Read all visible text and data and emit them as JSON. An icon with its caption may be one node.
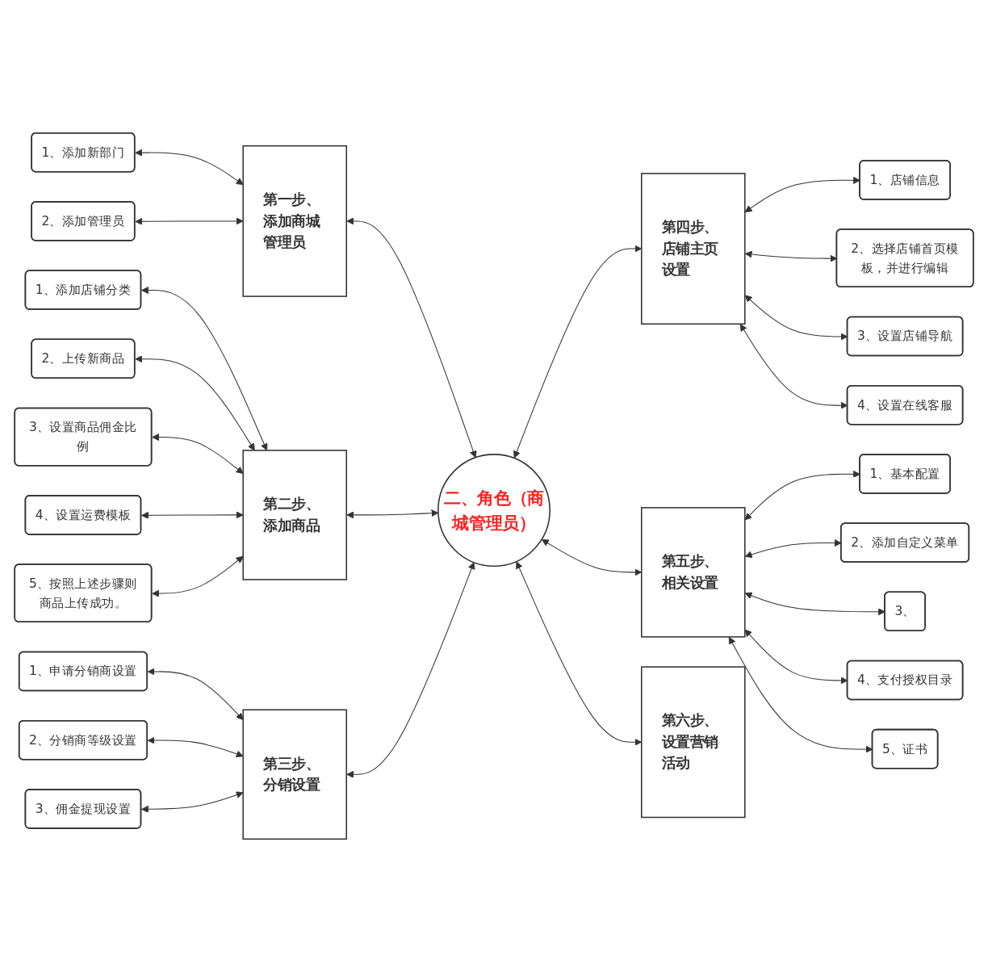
{
  "diagram": {
    "nodes": [
      {
        "text": [
          "二、角色（商城管理员）"
        ]
      },
      {
        "text": [
          "第一步、添加商城管理员"
        ]
      },
      {
        "text": [
          "1、添加新部门"
        ]
      },
      {
        "text": [
          "2、添加管理员"
        ]
      },
      {
        "text": [
          "第二步、添加商品"
        ]
      },
      {
        "text": [
          "1、添加店铺分类"
        ]
      },
      {
        "text": [
          "2、上传新商品"
        ]
      },
      {
        "text": [
          "3、设置商品佣金比例"
        ]
      },
      {
        "text": [
          "4、设置运费模板"
        ]
      },
      {
        "text": [
          "5、按照上述步骤则商品上传成功。"
        ]
      },
      {
        "text": [
          "第三步、分销设置"
        ]
      },
      {
        "text": [
          "1、申请分销商设置"
        ]
      },
      {
        "text": [
          "2、分销商等级设置"
        ]
      },
      {
        "text": [
          "3、佣金提现设置"
        ]
      },
      {
        "text": [
          "第四步、店铺主页设置"
        ]
      },
      {
        "text": [
          "1、店铺信息"
        ]
      },
      {
        "text": [
          "2、选择店铺首页模板，并进行编辑"
        ]
      },
      {
        "text": [
          "3、设置店铺导航"
        ]
      },
      {
        "text": [
          "4、设置在线客服"
        ]
      },
      {
        "text": [
          "第五步、相关设置"
        ]
      },
      {
        "text": [
          "1、基本配置"
        ]
      },
      {
        "text": [
          "2、添加自定义菜单"
        ]
      },
      {
        "text": [
          "3、"
        ]
      },
      {
        "text": [
          "4、支付授权目录"
        ]
      },
      {
        "text": [
          "5、证书"
        ]
      },
      {
        "text": [
          "第六步、设置营销活动"
        ]
      }
    ],
    "edges": [
      {
        "from": 0,
        "to": 1,
        "arrow": "both"
      },
      {
        "from": 0,
        "to": 4,
        "arrow": "both"
      },
      {
        "from": 0,
        "to": 10,
        "arrow": "both"
      },
      {
        "from": 0,
        "to": 14,
        "arrow": "both"
      },
      {
        "from": 0,
        "to": 19,
        "arrow": "both"
      },
      {
        "from": 0,
        "to": 25,
        "arrow": "both"
      },
      {
        "from": 1,
        "to": 2,
        "arrow": "both"
      },
      {
        "from": 1,
        "to": 3,
        "arrow": "both"
      },
      {
        "from": 4,
        "to": 5,
        "arrow": "both"
      },
      {
        "from": 4,
        "to": 6,
        "arrow": "both"
      },
      {
        "from": 4,
        "to": 7,
        "arrow": "both"
      },
      {
        "from": 4,
        "to": 8,
        "arrow": "both"
      },
      {
        "from": 4,
        "to": 9,
        "arrow": "both"
      },
      {
        "from": 10,
        "to": 11,
        "arrow": "both"
      },
      {
        "from": 10,
        "to": 12,
        "arrow": "both"
      },
      {
        "from": 10,
        "to": 13,
        "arrow": "both"
      },
      {
        "from": 14,
        "to": 15,
        "arrow": "both"
      },
      {
        "from": 14,
        "to": 16,
        "arrow": "both"
      },
      {
        "from": 14,
        "to": 17,
        "arrow": "both"
      },
      {
        "from": 14,
        "to": 18,
        "arrow": "both"
      },
      {
        "from": 19,
        "to": 20,
        "arrow": "both"
      },
      {
        "from": 19,
        "to": 21,
        "arrow": "both"
      },
      {
        "from": 19,
        "to": 22,
        "arrow": "both"
      },
      {
        "from": 19,
        "to": 23,
        "arrow": "both"
      },
      {
        "from": 19,
        "to": 24,
        "arrow": "both"
      }
    ]
  }
}
